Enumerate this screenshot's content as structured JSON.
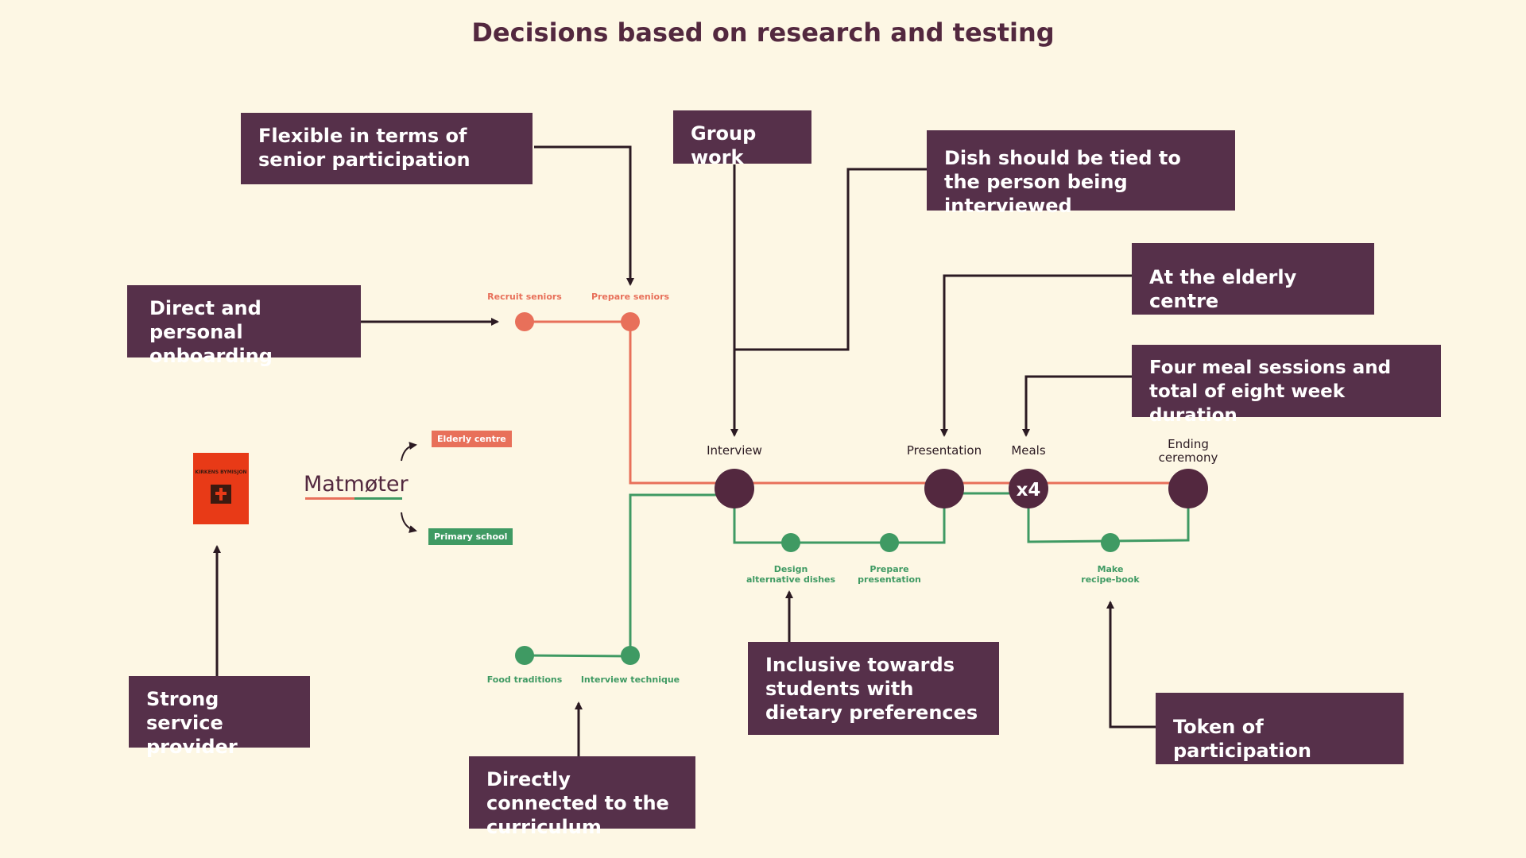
{
  "title": "Decisions based on research and testing",
  "colors": {
    "background": "#fdf7e4",
    "box": "#56304a",
    "dark_node": "#53283f",
    "red_track": "#e8705a",
    "green_track": "#3f9a63",
    "logo_red": "#e83a17"
  },
  "boxes": {
    "flexible": "Flexible in terms of senior participation",
    "group_work": "Group work",
    "dish": "Dish should be tied to the person being interviewed",
    "direct_onboarding": "Direct and personal onboarding",
    "elderly_centre": "At the elderly centre",
    "four_meals": "Four meal sessions and total of eight week duration",
    "strong_provider": "Strong service provider",
    "inclusive": "Inclusive towards students with dietary preferences",
    "curriculum": "Directly connected to the curriculum",
    "token": "Token of participation"
  },
  "brand": {
    "name": "Matmøter",
    "tag_top": "Elderly centre",
    "tag_bottom": "Primary school",
    "logo_text": "KIRKENS BYMISJON"
  },
  "stages": {
    "interview": "Interview",
    "presentation": "Presentation",
    "meals": "Meals",
    "meals_badge": "x4",
    "ending_1": "Ending",
    "ending_2": "ceremony"
  },
  "red_steps": {
    "recruit": "Recruit seniors",
    "prepare": "Prepare seniors"
  },
  "green_steps": {
    "food": "Food traditions",
    "interview_technique": "Interview technique",
    "design_1": "Design",
    "design_2": "alternative dishes",
    "prepare_1": "Prepare",
    "prepare_2": "presentation",
    "make_1": "Make",
    "make_2": "recipe-book"
  }
}
